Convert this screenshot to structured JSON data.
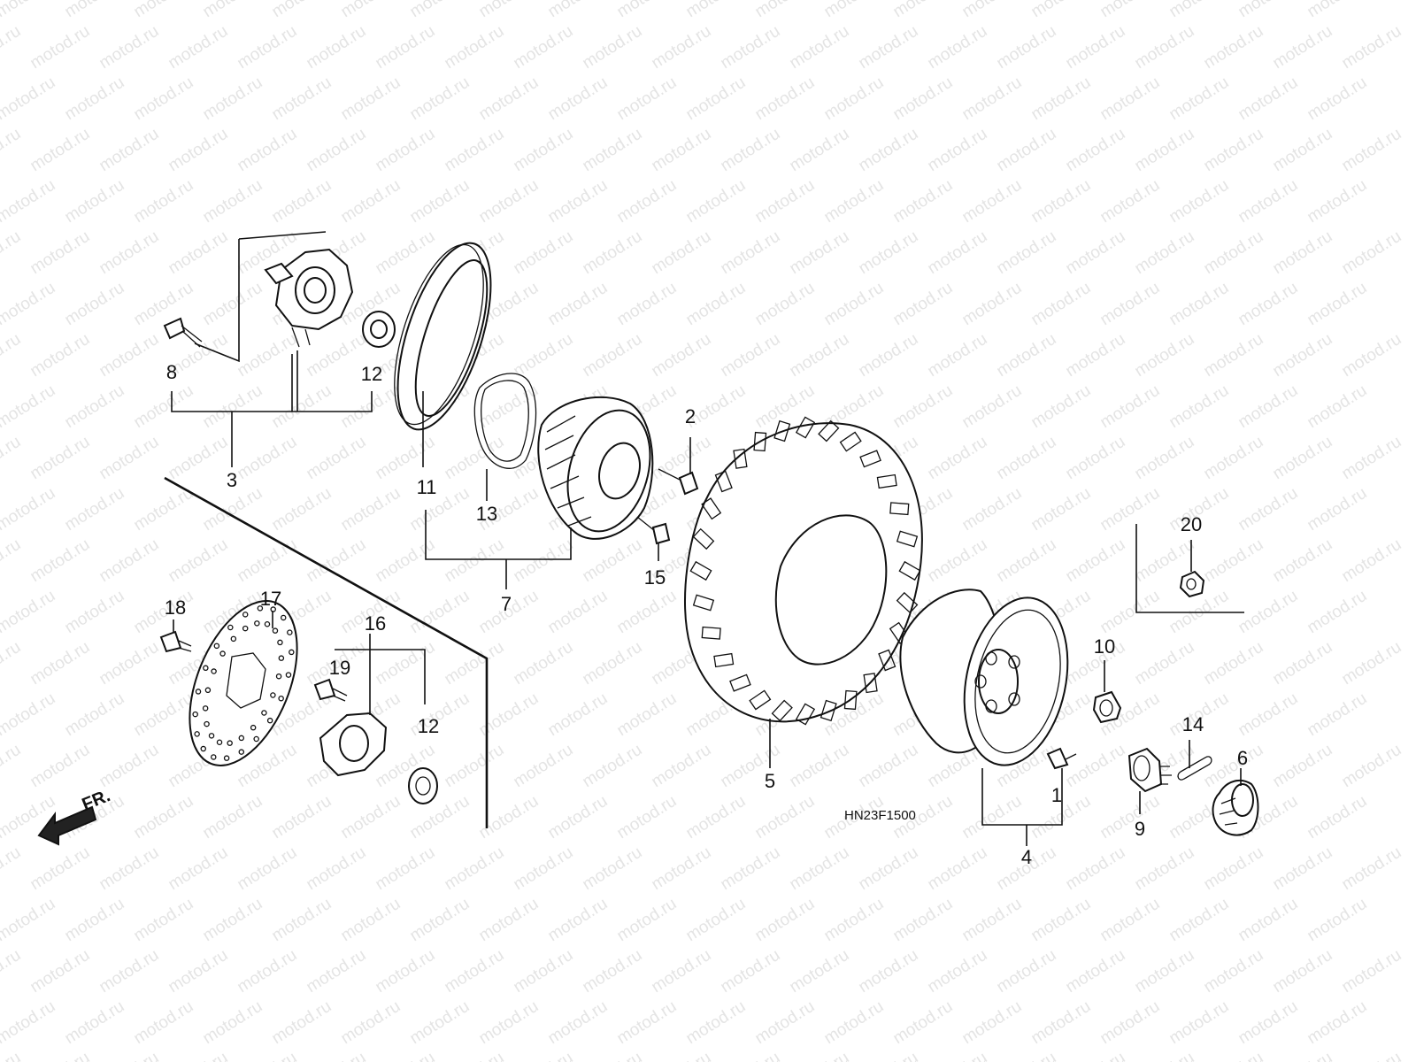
{
  "watermark": "motod.ru",
  "diagram_code": "HN23F1500",
  "direction_label": "FR.",
  "callouts": [
    {
      "id": "c1",
      "text": "1"
    },
    {
      "id": "c2",
      "text": "2"
    },
    {
      "id": "c3",
      "text": "3"
    },
    {
      "id": "c4",
      "text": "4"
    },
    {
      "id": "c5",
      "text": "5"
    },
    {
      "id": "c6",
      "text": "6"
    },
    {
      "id": "c7",
      "text": "7"
    },
    {
      "id": "c8",
      "text": "8"
    },
    {
      "id": "c9",
      "text": "9"
    },
    {
      "id": "c10",
      "text": "10"
    },
    {
      "id": "c11",
      "text": "11"
    },
    {
      "id": "c12a",
      "text": "12"
    },
    {
      "id": "c12b",
      "text": "12"
    },
    {
      "id": "c13",
      "text": "13"
    },
    {
      "id": "c14",
      "text": "14"
    },
    {
      "id": "c15",
      "text": "15"
    },
    {
      "id": "c16",
      "text": "16"
    },
    {
      "id": "c17",
      "text": "17"
    },
    {
      "id": "c18",
      "text": "18"
    },
    {
      "id": "c19",
      "text": "19"
    },
    {
      "id": "c20",
      "text": "20"
    }
  ]
}
